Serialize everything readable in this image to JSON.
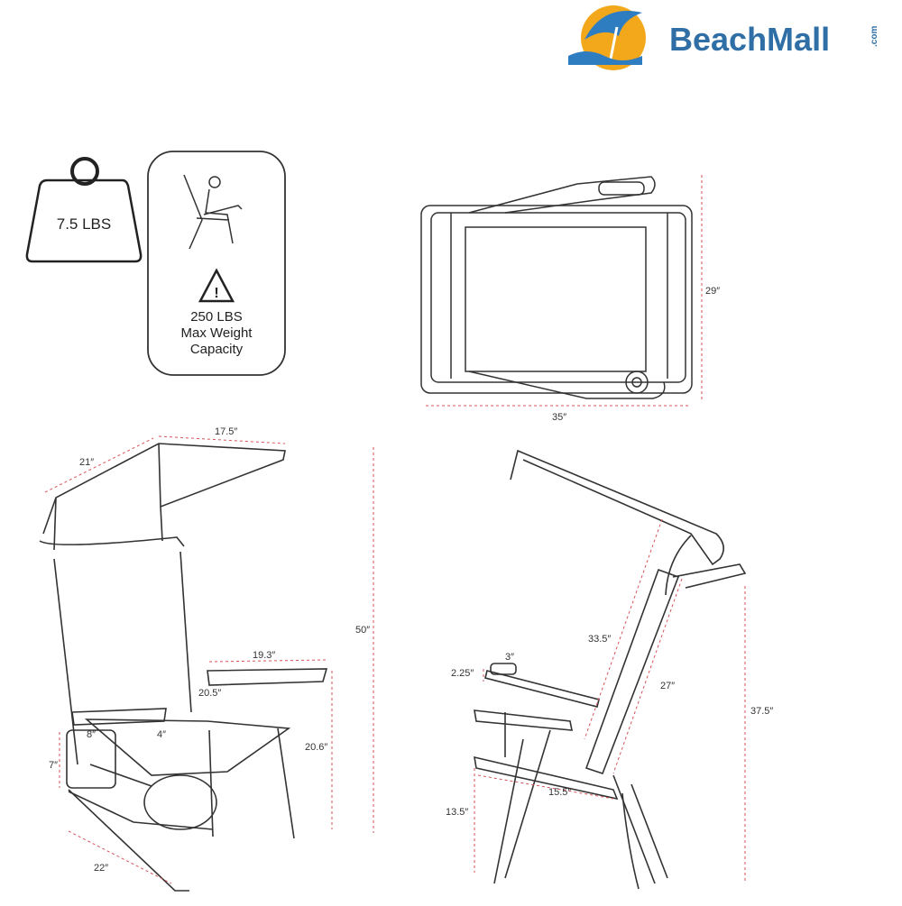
{
  "brand": {
    "name": "BeachMall",
    "suffix": ".com",
    "colors": {
      "text": "#2f6fa6",
      "sun": "#f3a81c",
      "umbrella_blue": "#2f7dc1",
      "dimension_line": "#d9535a"
    }
  },
  "weight_badge": {
    "label": "7.5 LBS",
    "icon": "weight-icon"
  },
  "capacity_card": {
    "icon": "warning-icon",
    "lines": [
      "250 LBS",
      "Max Weight",
      "Capacity"
    ],
    "figure": "seated-person-icon"
  },
  "folded_view": {
    "dimensions": {
      "height": "29″",
      "width": "35″"
    }
  },
  "front_view": {
    "dimensions": {
      "canopy_width": "17.5″",
      "canopy_depth": "21″",
      "overall_height": "50″",
      "tray_length": "19.3″",
      "tray_width": "20.5″",
      "armrest_height": "20.6″",
      "pouch_width": "8″",
      "cupholder": "4″",
      "pouch_height": "7″",
      "base_width": "22″"
    }
  },
  "side_view": {
    "dimensions": {
      "cup_diameter": "3″",
      "cup_depth": "2.25″",
      "canopy_arm": "33.5″",
      "backrest": "27″",
      "seat_back_height": "37.5″",
      "seat_depth": "15.5″",
      "seat_height": "13.5″"
    }
  }
}
